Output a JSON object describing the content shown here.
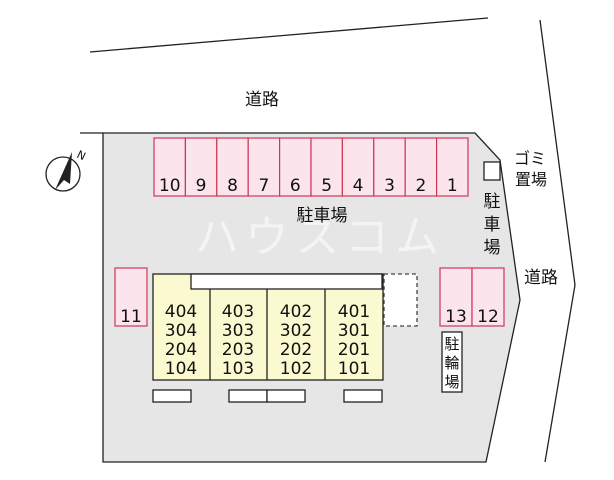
{
  "labels": {
    "road_top": "道路",
    "road_right": "道路",
    "parking_center": "駐車場",
    "parking_right_1": "駐",
    "parking_right_2": "車",
    "parking_right_3": "場",
    "garbage_1": "ゴミ",
    "garbage_2": "置場",
    "bicycle_1": "駐",
    "bicycle_2": "輪",
    "bicycle_3": "場",
    "north": "N"
  },
  "parking_spaces": {
    "top_row": [
      "10",
      "9",
      "8",
      "7",
      "6",
      "5",
      "4",
      "3",
      "2",
      "1"
    ],
    "left": "11",
    "right": [
      "13",
      "12"
    ]
  },
  "building": {
    "columns": [
      [
        "404",
        "304",
        "204",
        "104"
      ],
      [
        "403",
        "303",
        "203",
        "103"
      ],
      [
        "402",
        "302",
        "202",
        "102"
      ],
      [
        "401",
        "301",
        "201",
        "101"
      ]
    ]
  },
  "colors": {
    "parking_fill": "#fbe4ec",
    "parking_stroke": "#d2355a",
    "building_fill": "#fbf9cf",
    "lot_fill": "#e6e6e6",
    "line": "#222222"
  },
  "watermark": "ハウスコム"
}
